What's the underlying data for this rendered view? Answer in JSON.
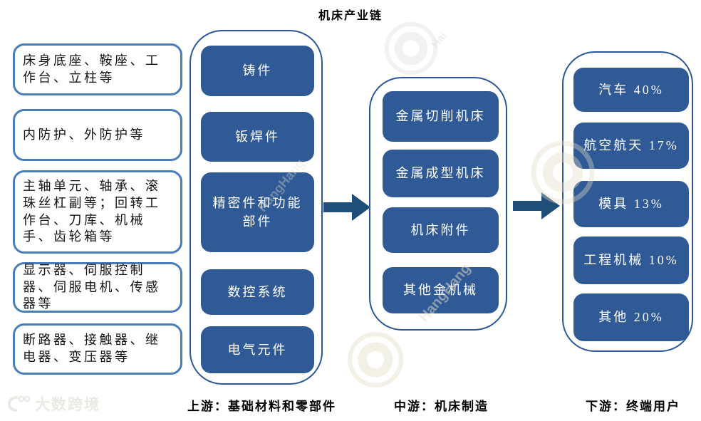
{
  "title": "机床产业链",
  "stages": {
    "upstream": {
      "label": "上游：基础材料和零部件",
      "materials": [
        "床身底座、鞍座、工作台、立柱等",
        "内防护、外防护等",
        "主轴单元、轴承、滚珠丝杠副等；回转工作台、刀库、机械手、齿轮箱等",
        "显示器、伺服控制器、伺服电机、传感器等",
        "断路器、接触器、继电器、变压器等"
      ],
      "components": [
        "铸件",
        "钣焊件",
        "精密件和功能部件",
        "数控系统",
        "电气元件"
      ]
    },
    "midstream": {
      "label": "中游：机床制造",
      "products": [
        "金属切削机床",
        "金属成型机床",
        "机床附件",
        "其他金机械"
      ]
    },
    "downstream": {
      "label": "下游：终端用户",
      "end_users": [
        "汽车 40%",
        "航空航天 17%",
        "模具 13%",
        "工程机械 10%",
        "其他 20%"
      ]
    }
  },
  "watermark_brand": "大数跨境",
  "colors": {
    "box_fill": "#2F5A96",
    "arrow": "#1F4E79",
    "container_border": "#2B5797",
    "material_box_border": "#4A7EBB"
  }
}
